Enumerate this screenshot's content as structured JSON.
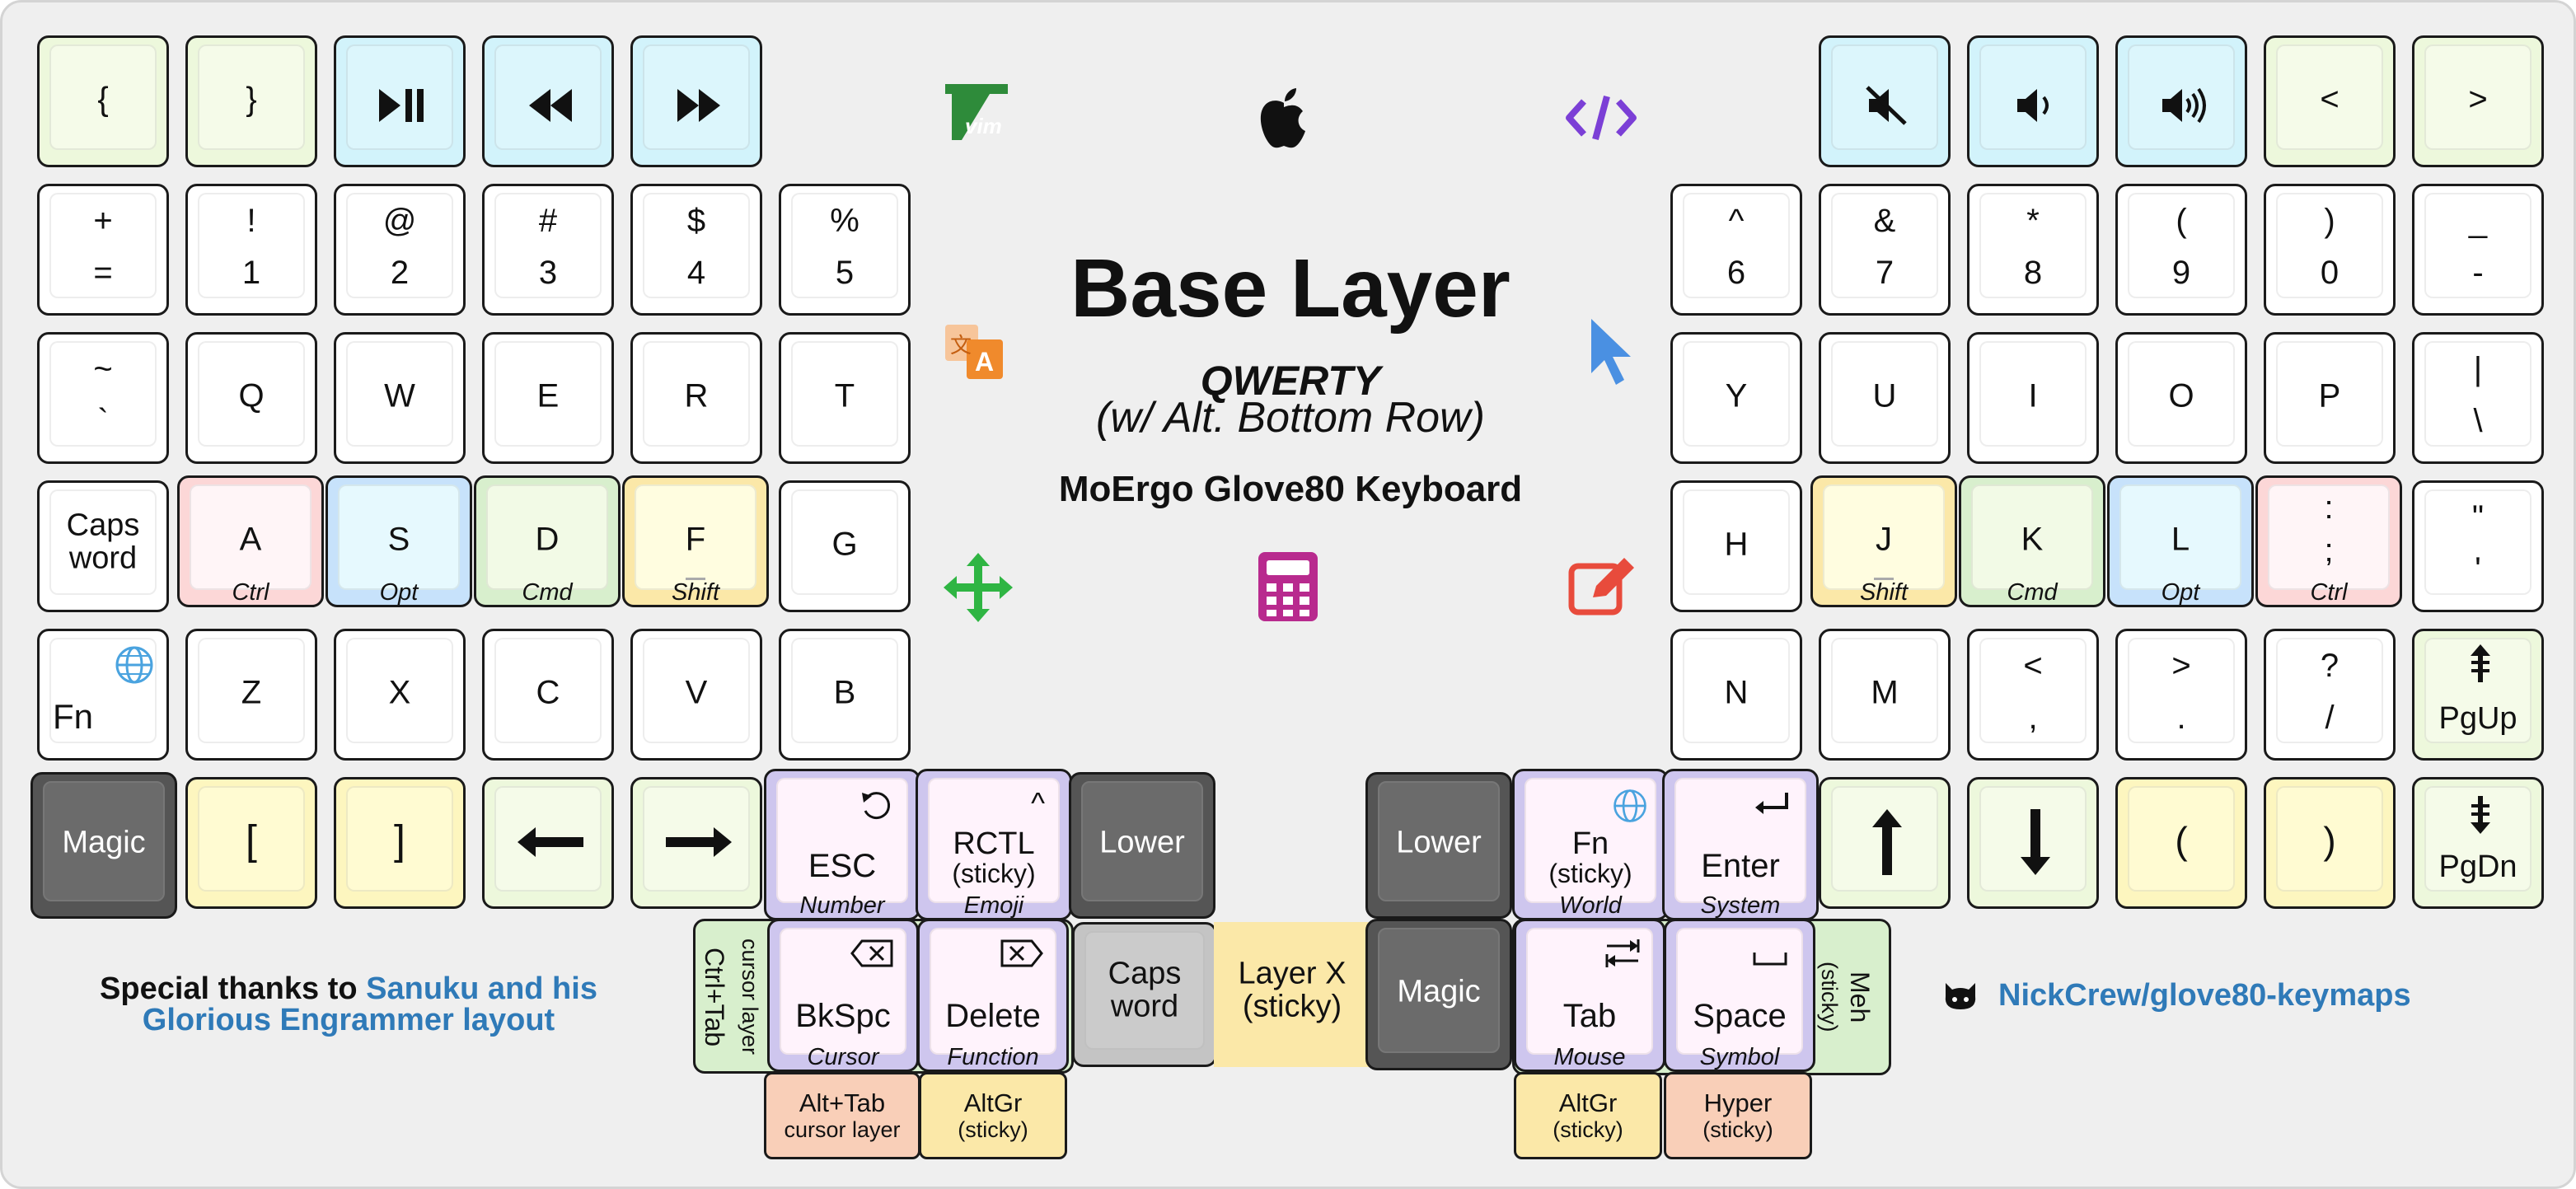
{
  "title": "Base Layer",
  "subtitle_layout": "QWERTY",
  "subtitle_note": "(w/ Alt. Bottom Row)",
  "subtitle_device": "MoErgo Glove80 Keyboard",
  "credits": {
    "prefix": "Special thanks to ",
    "link_line1": "Sanuku and his",
    "link_line2": "Glorious Engrammer layout",
    "repo": "NickCrew/glove80-keymaps"
  },
  "colors": {
    "lgreen": "#edf8dc",
    "cyan": "#d2f3fb",
    "yellow": "#fdf6bf",
    "pink": "#fcd7d7",
    "blue": "#c7e2fb",
    "green": "#d8efcd",
    "mustard": "#fbe8a8",
    "purple": "#cec6ee",
    "magic": "#555555",
    "grey": "#c4c4c4",
    "salmon": "#f9cfb8",
    "vim": "#2e8b3a",
    "code": "#7b3fd6",
    "pointer": "#4a90e2",
    "calc": "#b82a8e",
    "edit": "#e84b3c"
  },
  "keys": {
    "lbrace": "{",
    "rbrace": "}",
    "shift_eq": "+",
    "eq": "=",
    "shift_1": "!",
    "n1": "1",
    "shift_2": "@",
    "n2": "2",
    "shift_3": "#",
    "n3": "3",
    "shift_4": "$",
    "n4": "4",
    "shift_5": "%",
    "n5": "5",
    "shift_6": "^",
    "n6": "6",
    "shift_7": "&",
    "n7": "7",
    "shift_8": "*",
    "n8": "8",
    "shift_9": "(",
    "n9": "9",
    "shift_0": ")",
    "n0": "0",
    "shift_minus": "_",
    "minus": "-",
    "tilde": "~",
    "grave": "`",
    "q": "Q",
    "w": "W",
    "e": "E",
    "r": "R",
    "t": "T",
    "y": "Y",
    "u": "U",
    "i": "I",
    "o": "O",
    "p": "P",
    "pipe": "|",
    "backslash": "\\",
    "caps_word": "Caps\nword",
    "a": "A",
    "s": "S",
    "d": "D",
    "f": "F",
    "g": "G",
    "h": "H",
    "j": "J",
    "k": "K",
    "l": "L",
    "colon": ":",
    "semicolon": ";",
    "dquote": "\"",
    "squote": "'",
    "hint_ctrl": "Ctrl",
    "hint_opt": "Opt",
    "hint_cmd": "Cmd",
    "hint_shift": "Shift",
    "fn": "Fn",
    "z": "Z",
    "x": "X",
    "c": "C",
    "v": "V",
    "b": "B",
    "n": "N",
    "m": "M",
    "lt": "<",
    "comma": ",",
    "gt": ">",
    "period": ".",
    "question": "?",
    "slash": "/",
    "pgup": "PgUp",
    "pgdn": "PgDn",
    "magic": "Magic",
    "lbracket": "[",
    "rbracket": "]",
    "lower": "Lower",
    "esc": "ESC",
    "hint_number": "Number",
    "rctl": "RCTL",
    "rctl_sub": "(sticky)",
    "hint_emoji": "Emoji",
    "rctl_mod": "^",
    "fn_sticky": "Fn",
    "fn_sticky_sub": "(sticky)",
    "hint_world": "World",
    "enter": "Enter",
    "hint_system": "System",
    "lparen": "(",
    "rparen": ")",
    "ctrl_tab": "Ctrl+Tab",
    "ctrl_tab_sub": "cursor layer",
    "bkspc": "BkSpc",
    "hint_cursor": "Cursor",
    "delete": "Delete",
    "hint_function": "Function",
    "caps_word_2": "Caps\nword",
    "layer_x": "Layer X",
    "layer_x_sub": "(sticky)",
    "magic_2": "Magic",
    "tab": "Tab",
    "hint_mouse": "Mouse",
    "space": "Space",
    "hint_symbol": "Symbol",
    "meh": "Meh",
    "meh_sub": "(sticky)",
    "alt_tab": "Alt+Tab",
    "alt_tab_sub": "cursor layer",
    "altgr_l": "AltGr",
    "altgr_l_sub": "(sticky)",
    "altgr_r": "AltGr",
    "altgr_r_sub": "(sticky)",
    "hyper": "Hyper",
    "hyper_sub": "(sticky)"
  },
  "icons": {
    "play_pause": "play-pause-icon",
    "rewind": "rewind-icon",
    "fast_forward": "fast-forward-icon",
    "mute": "mute-icon",
    "vol_down": "volume-down-icon",
    "vol_up": "volume-up-icon",
    "vim": "vim-icon",
    "apple": "apple-icon",
    "code": "code-icon",
    "translate": "translate-icon",
    "pointer": "pointer-icon",
    "move": "move-icon",
    "calculator": "calculator-icon",
    "edit": "edit-icon",
    "globe": "globe-icon",
    "github": "github-icon"
  }
}
